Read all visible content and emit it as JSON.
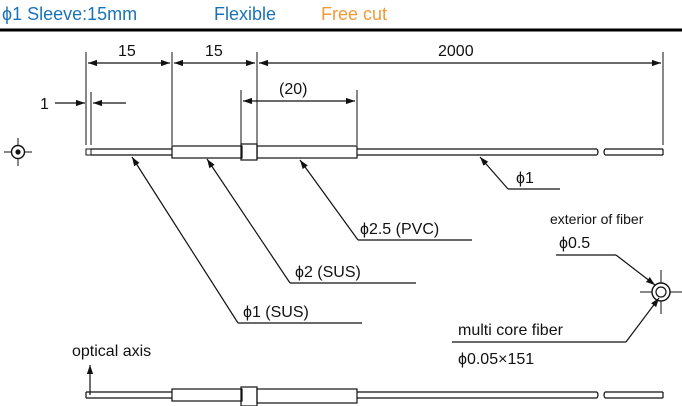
{
  "title": {
    "sleeve": "ϕ1 Sleeve:15mm",
    "flexible": "Flexible",
    "free_cut": "Free cut"
  },
  "colors": {
    "blue": "#1a73b8",
    "orange": "#f29a38",
    "ink": "#111111"
  },
  "dimensions": {
    "d1": "15",
    "d2": "15",
    "d3": "2000",
    "d4": "(20)",
    "d5": "1"
  },
  "callouts": {
    "fiber": "ϕ1",
    "pvc": "ϕ2.5 (PVC)",
    "sus2": "ϕ2 (SUS)",
    "sus1": "ϕ1 (SUS)",
    "exterior": "exterior of fiber",
    "exterior_dia": "ϕ0.5",
    "multicore": "multi core fiber",
    "multicore_spec": "ϕ0.05×151",
    "optical_axis": "optical axis"
  }
}
